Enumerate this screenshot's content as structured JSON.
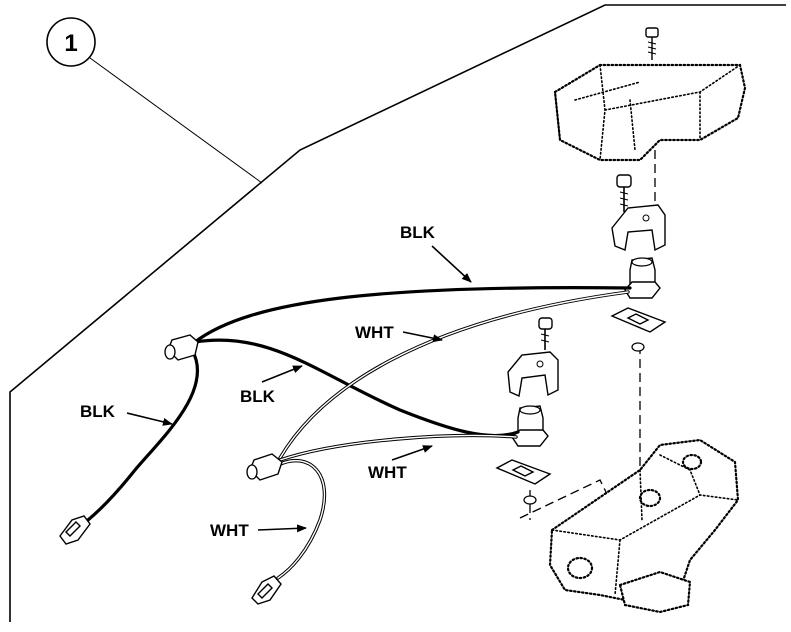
{
  "callout": {
    "number": "1"
  },
  "wire_labels": {
    "blk_top": "BLK",
    "blk_left": "BLK",
    "blk_middle": "BLK",
    "wht_upper": "WHT",
    "wht_middle": "WHT",
    "wht_lower": "WHT"
  }
}
